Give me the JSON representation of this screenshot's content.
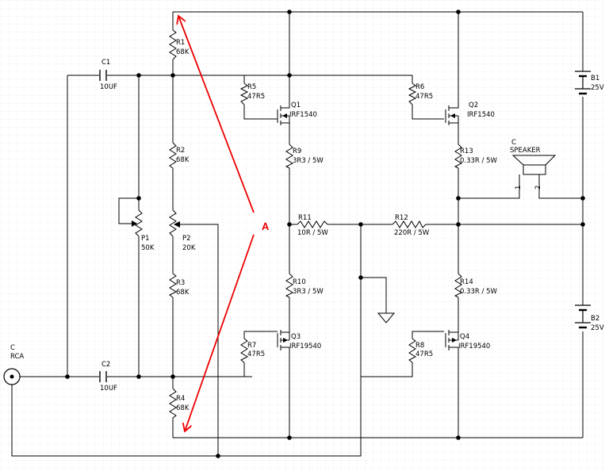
{
  "components": {
    "c1": {
      "ref": "C1",
      "value": "10UF"
    },
    "c2": {
      "ref": "C2",
      "value": "10UF"
    },
    "r1": {
      "ref": "R1",
      "value": "68K"
    },
    "r2": {
      "ref": "R2",
      "value": "68K"
    },
    "r3": {
      "ref": "R3",
      "value": "68K"
    },
    "r4": {
      "ref": "R4",
      "value": "68K"
    },
    "r5": {
      "ref": "R5",
      "value": "47R5"
    },
    "r6": {
      "ref": "R6",
      "value": "47R5"
    },
    "r7": {
      "ref": "R7",
      "value": "47R5"
    },
    "r8": {
      "ref": "R8",
      "value": "47R5"
    },
    "r9": {
      "ref": "R9",
      "value": "3R3 / 5W"
    },
    "r10": {
      "ref": "R10",
      "value": "3R3 / 5W"
    },
    "r11": {
      "ref": "R11",
      "value": "10R / 5W"
    },
    "r12": {
      "ref": "R12",
      "value": "220R / 5W"
    },
    "r13": {
      "ref": "R13",
      "value": "0.33R / 5W"
    },
    "r14": {
      "ref": "R14",
      "value": "0.33R / 5W"
    },
    "p1": {
      "ref": "P1",
      "value": "50K"
    },
    "p2": {
      "ref": "P2",
      "value": "20K"
    },
    "q1": {
      "ref": "Q1",
      "value": "IRF1540"
    },
    "q2": {
      "ref": "Q2",
      "value": "IRF1540"
    },
    "q3": {
      "ref": "Q3",
      "value": "IRF19540"
    },
    "q4": {
      "ref": "Q4",
      "value": "IRF19540"
    },
    "b1": {
      "ref": "B1",
      "value": "25V"
    },
    "b2": {
      "ref": "B2",
      "value": "25V"
    },
    "speaker": {
      "ref": "C",
      "value": "SPEAKER",
      "pin1": "1",
      "pin2": "2"
    },
    "rca": {
      "ref": "C",
      "value": "RCA"
    }
  },
  "annotation": {
    "label": "A",
    "color": "#e00000"
  },
  "colors": {
    "wire": "#000000",
    "grid": "#c8c8c8",
    "background": "#ffffff"
  }
}
